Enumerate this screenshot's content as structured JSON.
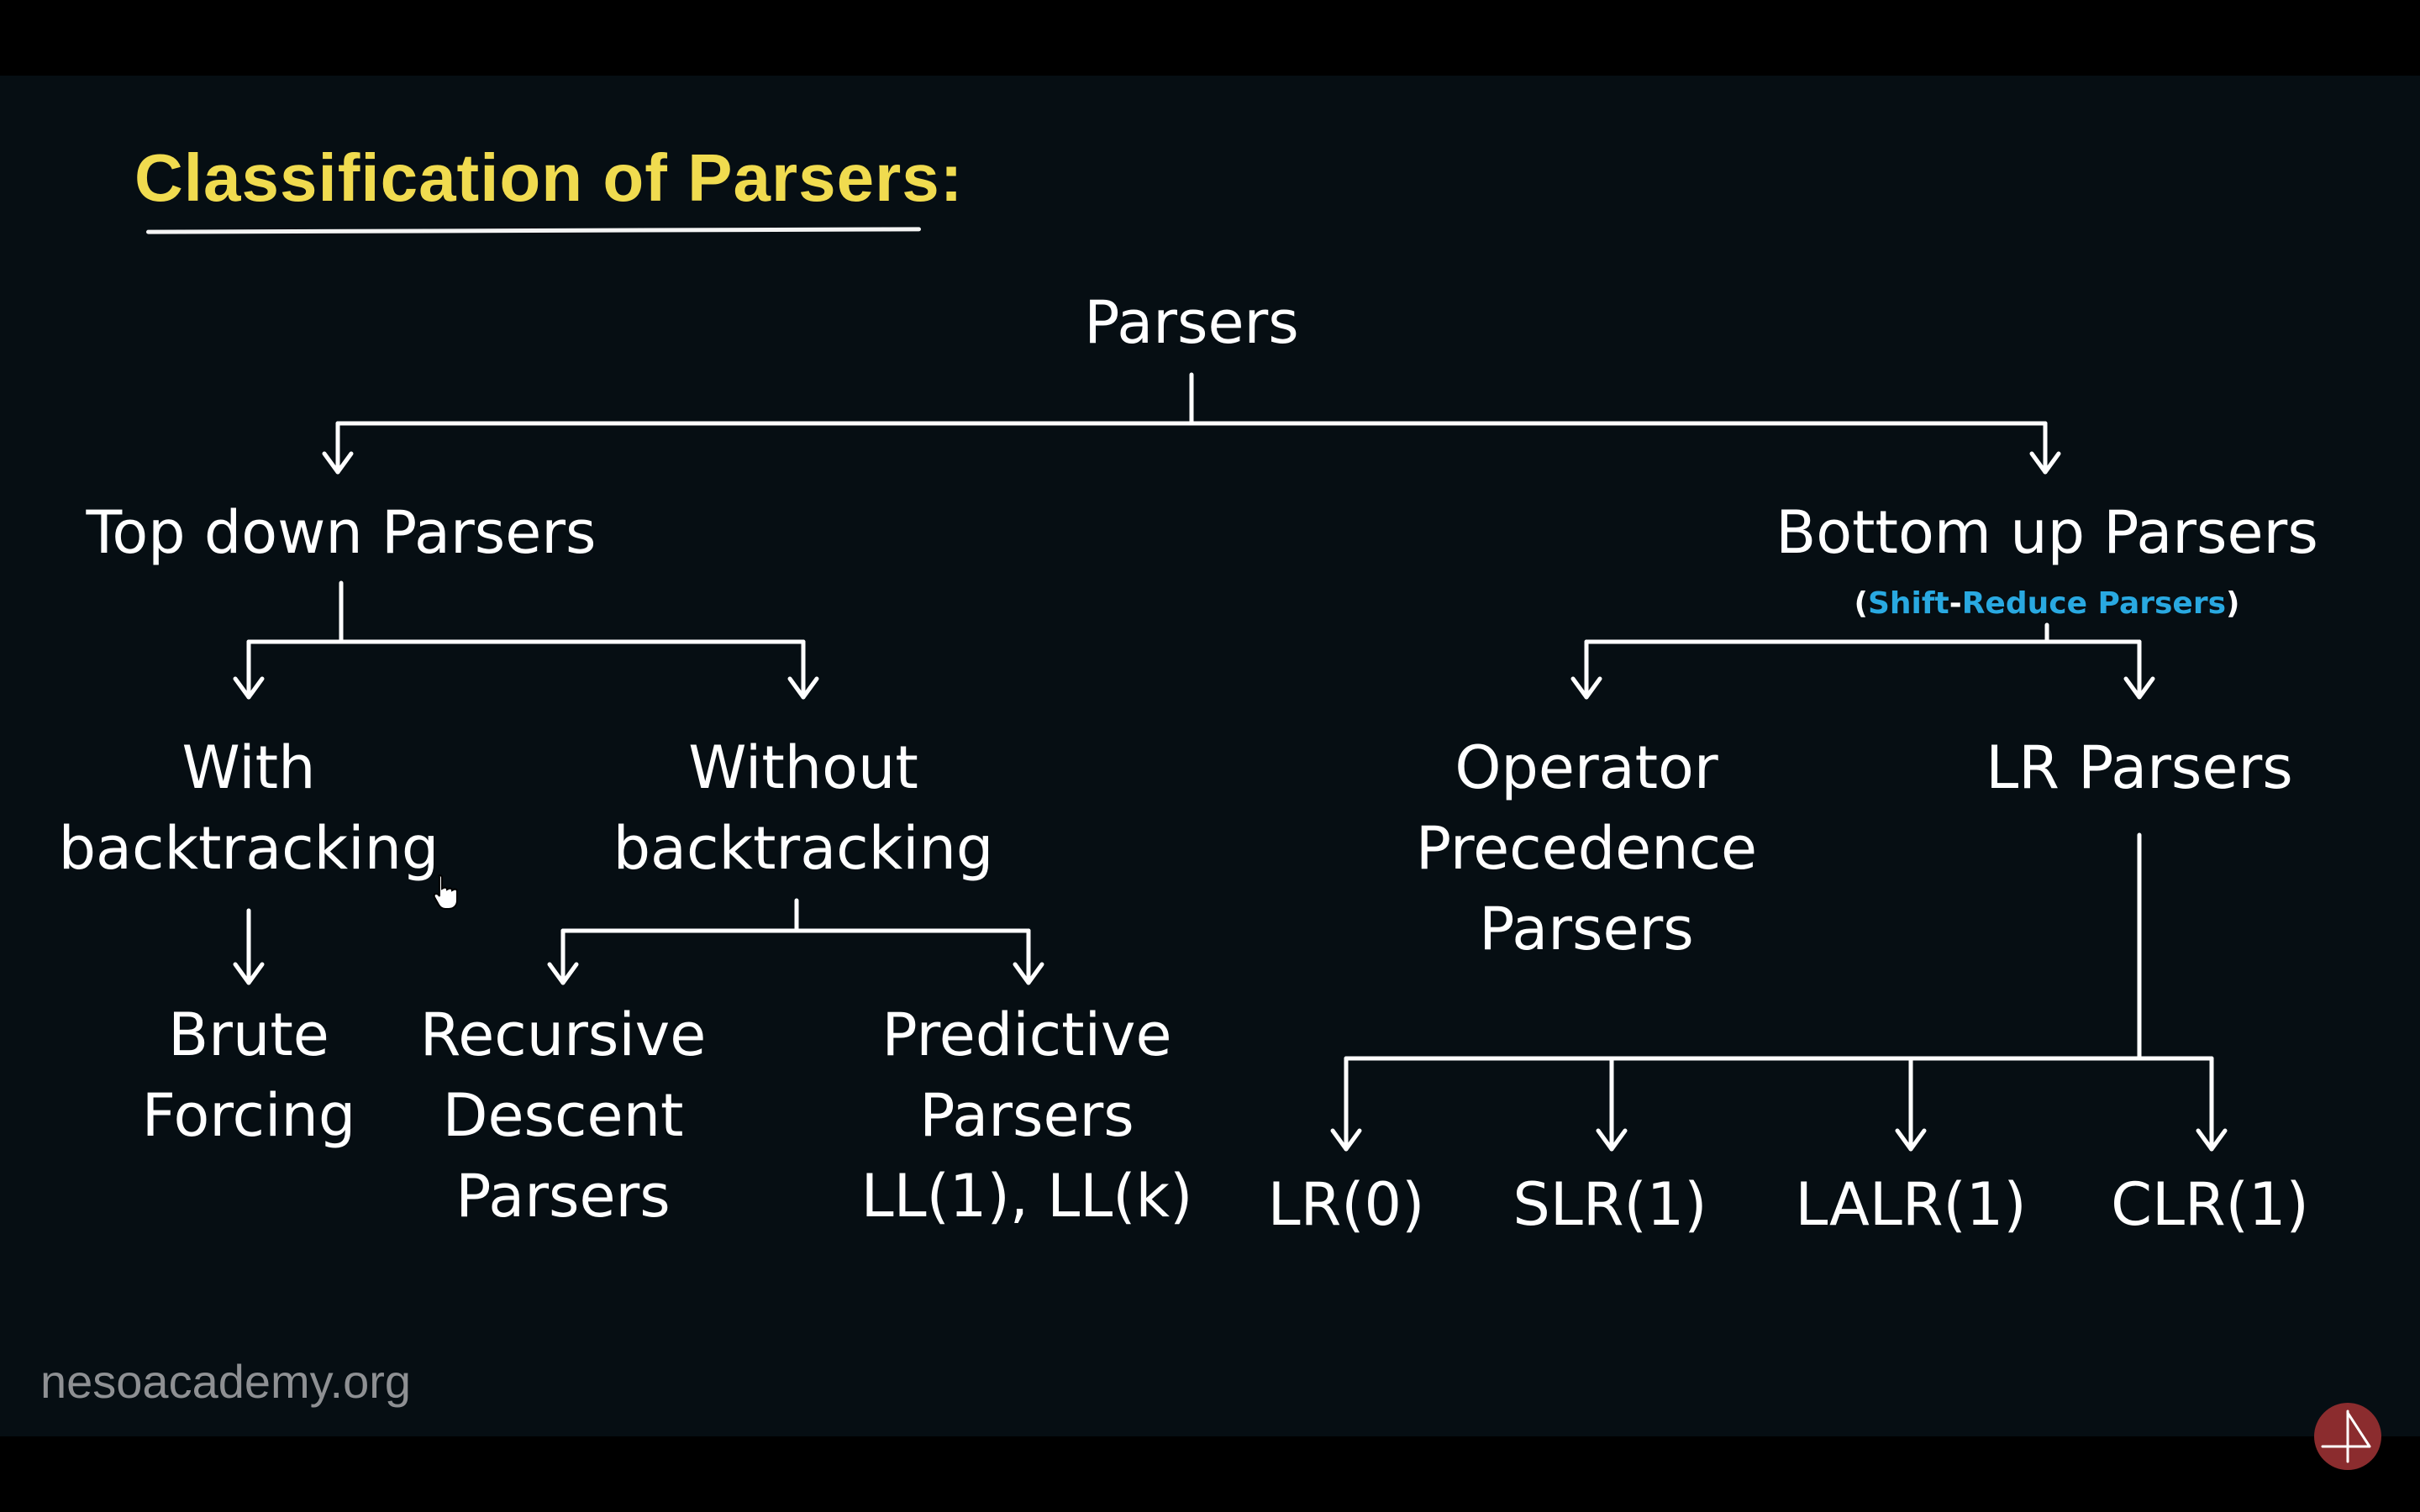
{
  "title": "Classification of Parsers:",
  "colors": {
    "title": "#f0db4f",
    "accent": "#29a9e1",
    "background": "#060e13",
    "line": "#ffffff"
  },
  "nodes": {
    "root": "Parsers",
    "top_down": "Top down Parsers",
    "bottom_up": "Bottom up Parsers",
    "bottom_up_sub": {
      "open": "(",
      "part1": "Shift",
      "dash": "-",
      "part2": "Reduce Parsers",
      "close": ")"
    },
    "with_backtracking": [
      "With",
      "backtracking"
    ],
    "without_backtracking": [
      "Without",
      "backtracking"
    ],
    "operator_precedence": [
      "Operator",
      "Precedence",
      "Parsers"
    ],
    "lr_parsers": "LR Parsers",
    "brute_forcing": [
      "Brute",
      "Forcing"
    ],
    "recursive_descent": [
      "Recursive",
      "Descent",
      "Parsers"
    ],
    "predictive": [
      "Predictive",
      "Parsers",
      "LL(1), LL(k)"
    ],
    "lr0": "LR(0)",
    "slr1": "SLR(1)",
    "lalr1": "LALR(1)",
    "clr1": "CLR(1)"
  },
  "watermark": "nesoacademy.org",
  "icons": {
    "cursor": "hand-pointer-icon",
    "logo": "neso-logo-icon"
  }
}
